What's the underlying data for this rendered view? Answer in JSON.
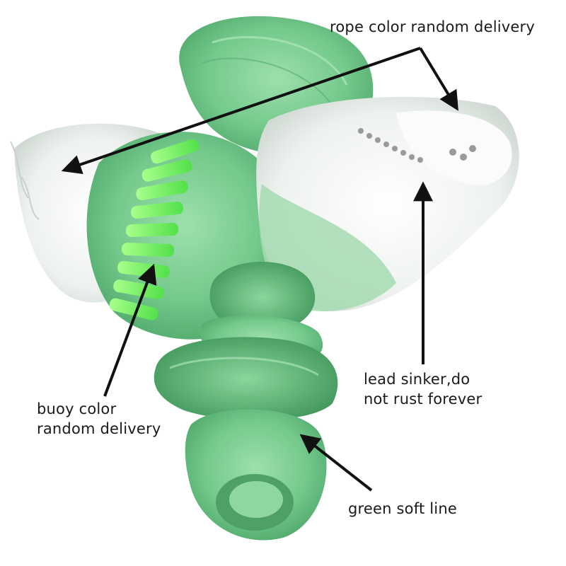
{
  "annotations": {
    "rope_color": "rope color random delivery",
    "lead_sinker_line1": "lead sinker,do",
    "lead_sinker_line2": "not rust forever",
    "buoy_color_line1": "buoy color",
    "buoy_color_line2": "random delivery",
    "green_line": "green soft line"
  },
  "colors": {
    "net_green": "#74c98c",
    "net_green_dark": "#4fa86b",
    "float_green": "#7dff6a",
    "rope_white": "#f4f4f4",
    "arrow": "#111111"
  }
}
